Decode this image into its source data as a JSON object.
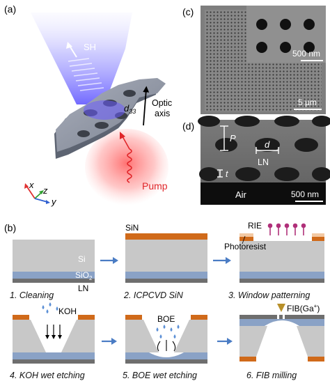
{
  "panel_labels": {
    "a": "(a)",
    "b": "(b)",
    "c": "(c)",
    "d": "(d)"
  },
  "panel_a": {
    "sh": "SH",
    "pump": "Pump",
    "d33": "d",
    "d33_sub": "33",
    "optic_axis_line1": "Optic",
    "optic_axis_line2": "axis",
    "axes": {
      "x": "x",
      "y": "y",
      "z": "z"
    }
  },
  "panel_c": {
    "scale_inset": "500 nm",
    "scale_main": "5 µm"
  },
  "panel_d": {
    "P": "P",
    "d": "d",
    "LN": "LN",
    "t": "t",
    "air": "Air",
    "scale": "500 nm"
  },
  "panel_b": {
    "labels": {
      "si": "Si",
      "sio2": "SiO",
      "sio2_sub": "2",
      "ln": "LN",
      "sin": "SiN",
      "rie": "RIE",
      "photoresist": "Photoresist",
      "koh": "KOH",
      "boe": "BOE",
      "fib": "FIB(Ga",
      "fib_sup": "+",
      "fib_close": ")"
    },
    "steps": [
      "1. Cleaning",
      "2. ICPCVD SiN",
      "3. Window patterning",
      "4. KOH wet etching",
      "5. BOE wet etching",
      "6. FIB milling"
    ]
  },
  "colors": {
    "si": "#c8c8c8",
    "sio2": "#8aa2c6",
    "ln": "#6e6e6e",
    "sin": "#d06a1a",
    "photoresist": "#f3c9a3",
    "arrow": "#4a7cc4",
    "rie": "#b0307a",
    "drop": "#5b8fd6"
  }
}
